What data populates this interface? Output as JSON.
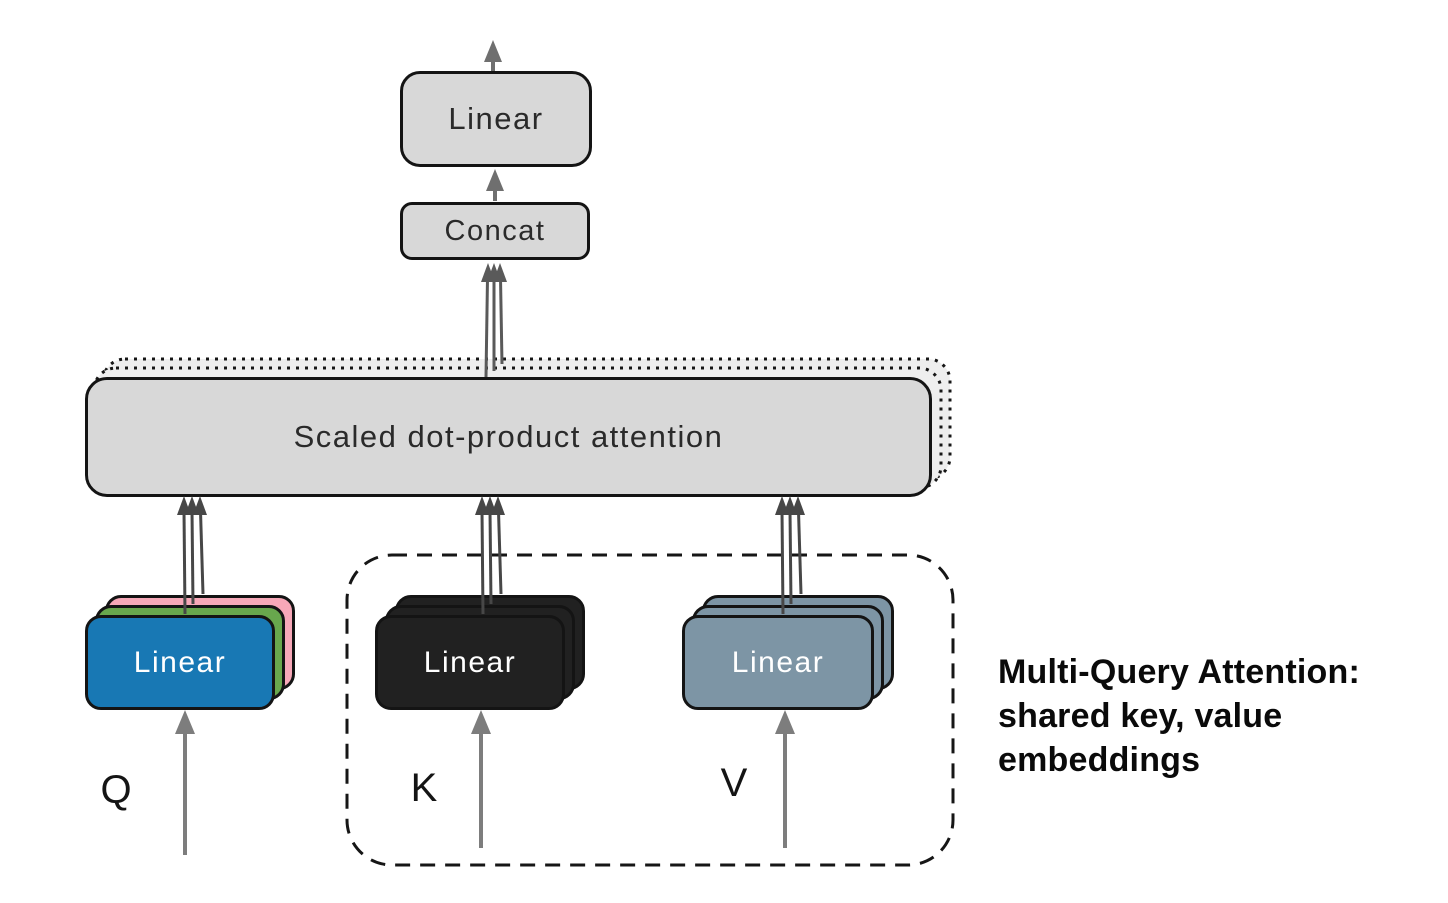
{
  "diagram": {
    "output_linear_label": "Linear",
    "concat_label": "Concat",
    "attention_label": "Scaled dot-product attention",
    "q_linear_label": "Linear",
    "k_linear_label": "Linear",
    "v_linear_label": "Linear",
    "q_input_label": "Q",
    "k_input_label": "K",
    "v_input_label": "V",
    "annotation": {
      "lines": [
        "Multi-Query Attention:",
        "shared key, value",
        "embeddings"
      ]
    },
    "colors": {
      "box_fill": "#d8d8d8",
      "box_border": "#141414",
      "q_back_pink": "#f7a8b8",
      "q_mid_green": "#68a74d",
      "q_front_blue": "#1878b4",
      "k_stack_dark": "#212121",
      "v_stack_slate": "#7d95a5",
      "arrow_gray": "#7d7d7d",
      "arrow_dark": "#474747"
    }
  }
}
